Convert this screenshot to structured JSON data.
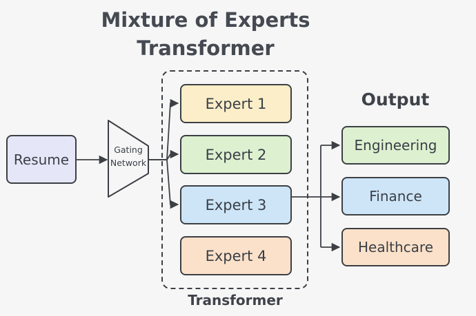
{
  "title": {
    "line1": "Mixture of Experts",
    "line2": "Transformer"
  },
  "input": {
    "label": "Resume"
  },
  "gating": {
    "line1": "Gating",
    "line2": "Network"
  },
  "experts": [
    {
      "label": "Expert 1",
      "color": "#fbeec8"
    },
    {
      "label": "Expert 2",
      "color": "#ddf0d0"
    },
    {
      "label": "Expert 3",
      "color": "#cde5f7"
    },
    {
      "label": "Expert 4",
      "color": "#fbe1c9"
    }
  ],
  "transformer_label": "Transformer",
  "output": {
    "title": "Output",
    "items": [
      {
        "label": "Engineering",
        "color": "#ddf0d0"
      },
      {
        "label": "Finance",
        "color": "#cde5f7"
      },
      {
        "label": "Healthcare",
        "color": "#fbe1c9"
      }
    ]
  }
}
